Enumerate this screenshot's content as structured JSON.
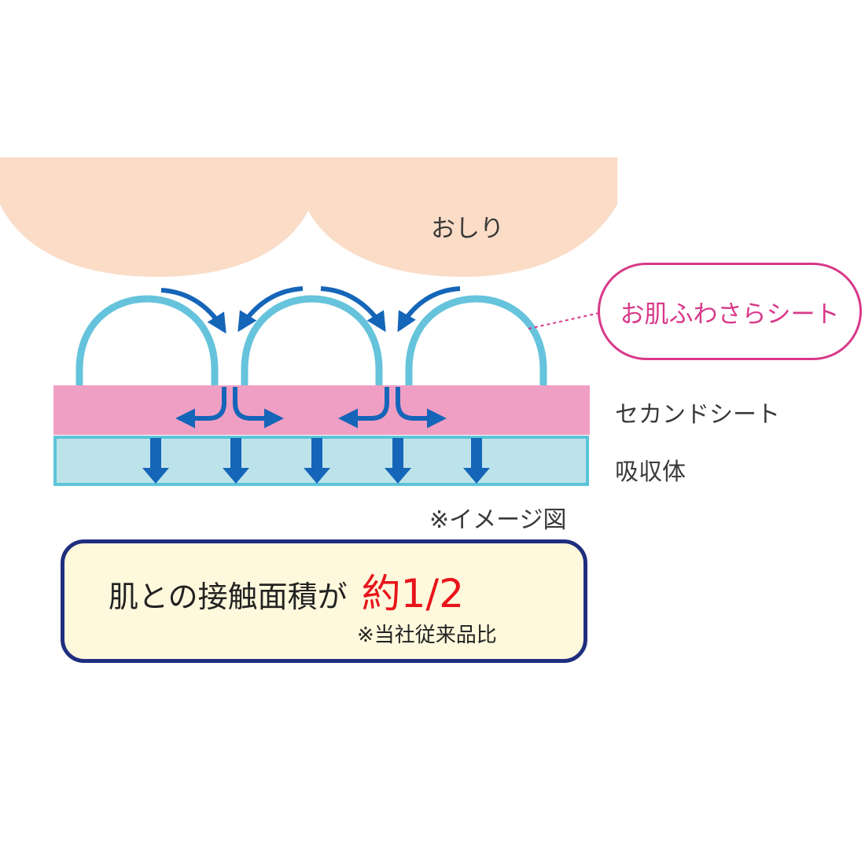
{
  "labels": {
    "buttocks": "おしり",
    "top_sheet": "お肌ふわさらシート",
    "second_sheet": "セカンドシート",
    "absorber": "吸収体",
    "image_note": "※イメージ図"
  },
  "callout": {
    "text": "肌との接触面積が",
    "highlight": "約1/2",
    "note": "※当社従来品比"
  },
  "colors": {
    "skin": "#fadcc7",
    "top_sheet_stroke": "#66c3dc",
    "second_sheet": "#f09fc4",
    "absorber_fill": "#bde3ea",
    "absorber_border": "#5cc4d8",
    "arrow": "#1565b8",
    "pill_accent": "#d8398a",
    "callout_border": "#1f2f7e",
    "callout_fill": "#fef9dc",
    "highlight": "#e8141c"
  }
}
